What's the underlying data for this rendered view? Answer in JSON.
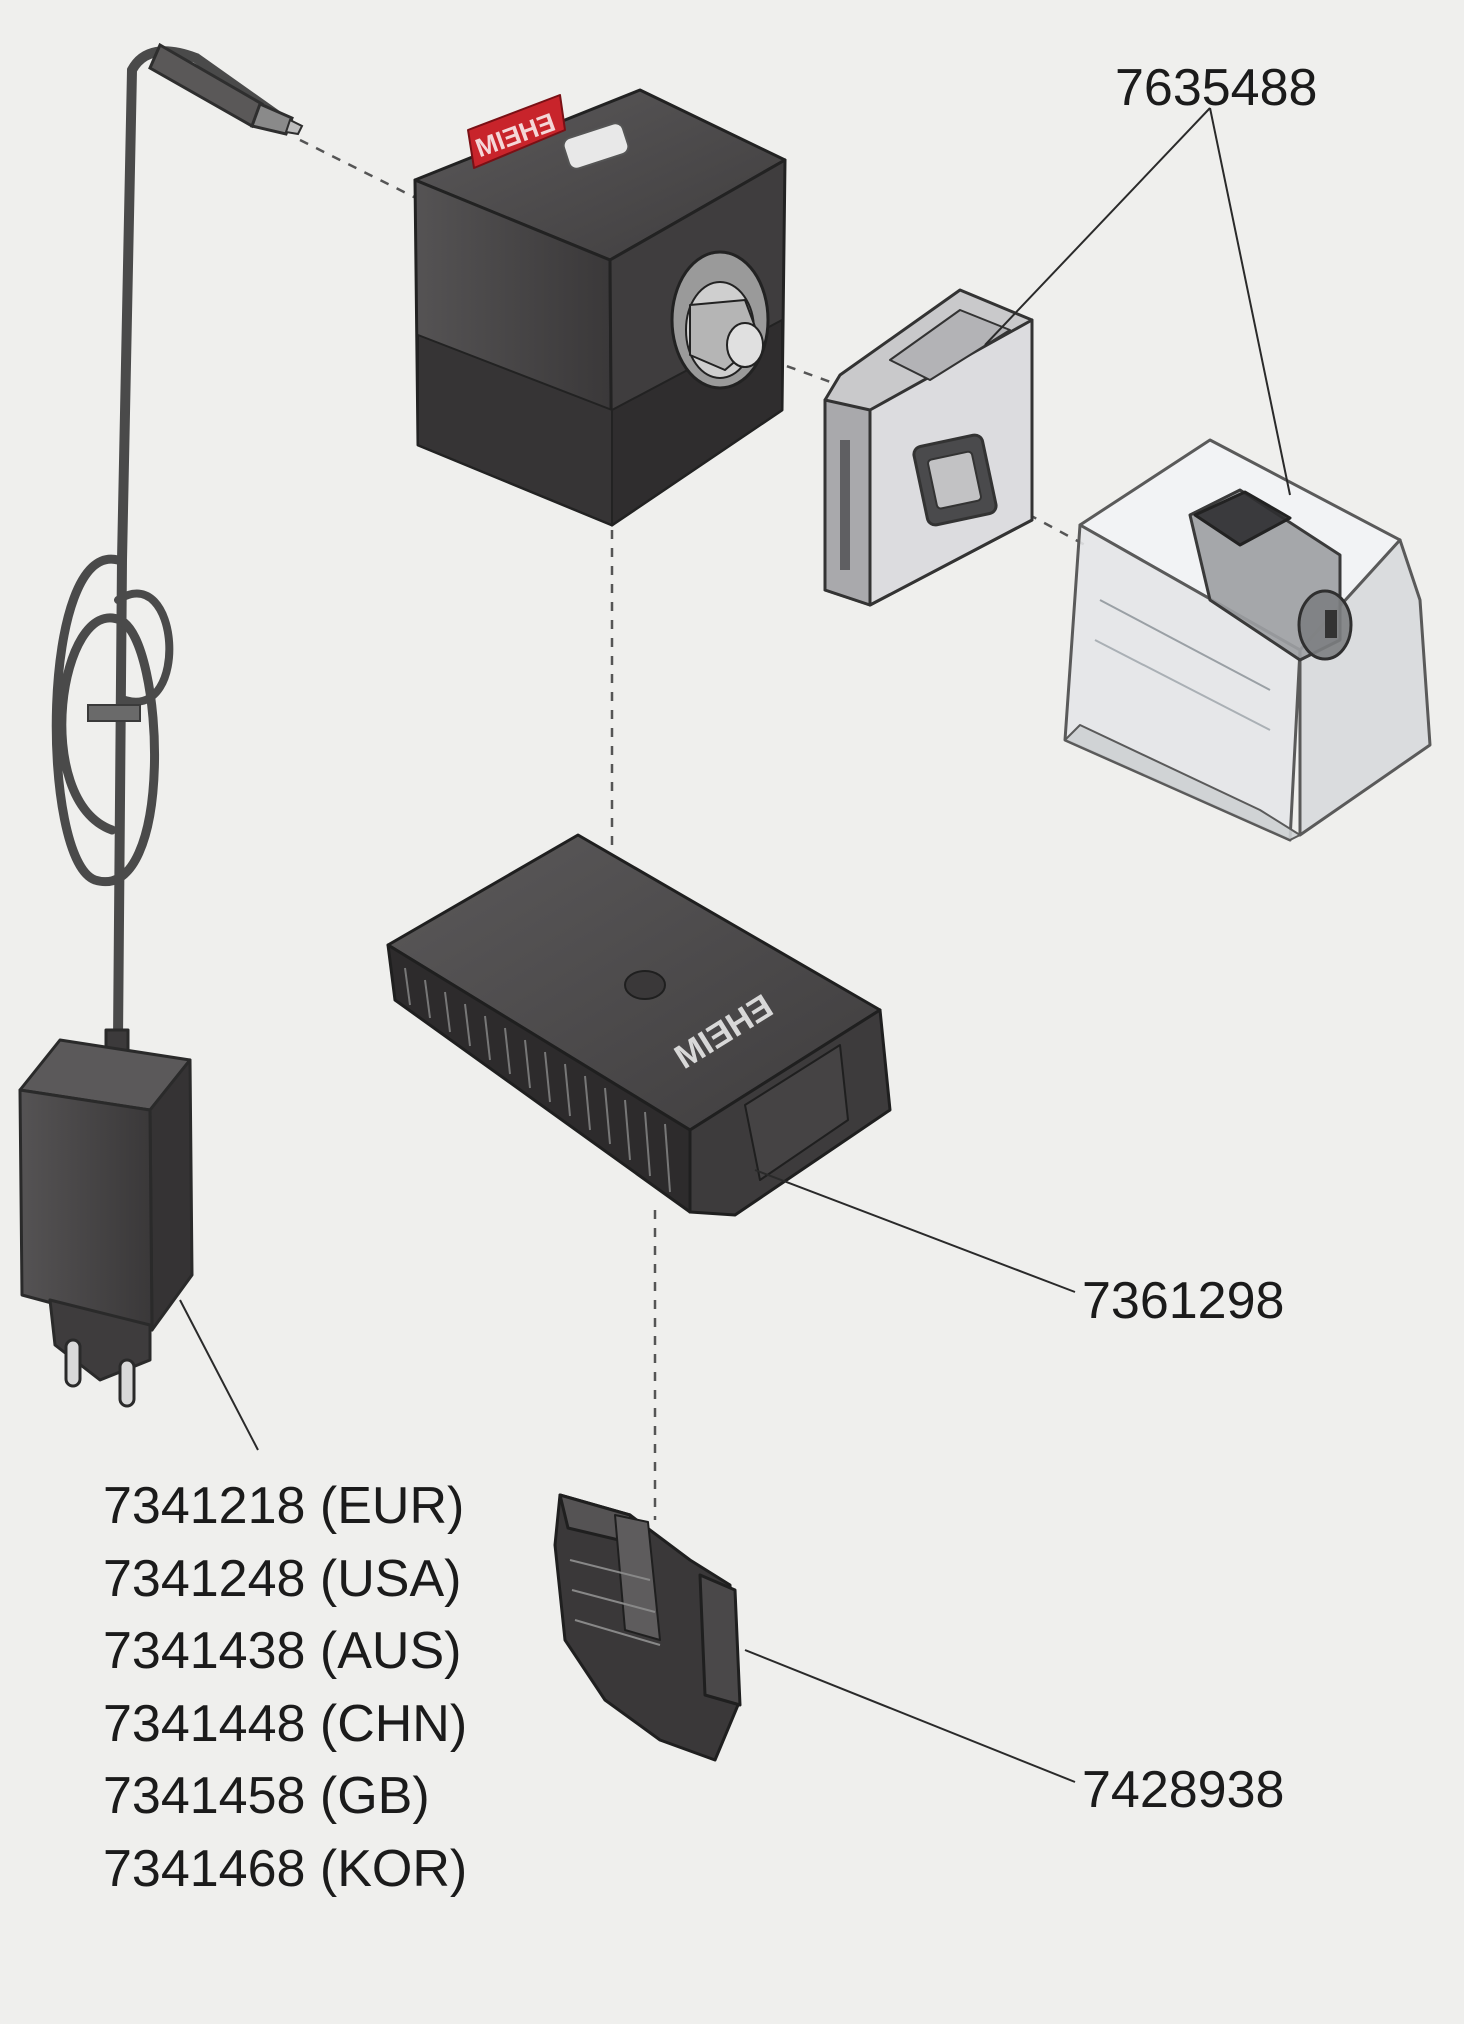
{
  "parts": {
    "filter_cartridge": {
      "part_no": "7635488"
    },
    "base_station": {
      "part_no": "7361298",
      "brand_text": "EHEIM"
    },
    "wall_holder": {
      "part_no": "7428938"
    },
    "pump_head": {
      "brand_text": "EHEIM"
    },
    "power_adapter": {
      "variants": [
        {
          "text": "7341218 (EUR)"
        },
        {
          "text": "7341248 (USA)"
        },
        {
          "text": "7341438 (AUS)"
        },
        {
          "text": "7341448 (CHN)"
        },
        {
          "text": "7341458 (GB)"
        },
        {
          "text": "7341468 (KOR)"
        }
      ]
    }
  },
  "colors": {
    "background": "#efefed",
    "housing": "#4a4849",
    "housing_dark": "#343233",
    "transparent_box": "#e4e6e8",
    "brand_red": "#c8242b"
  }
}
